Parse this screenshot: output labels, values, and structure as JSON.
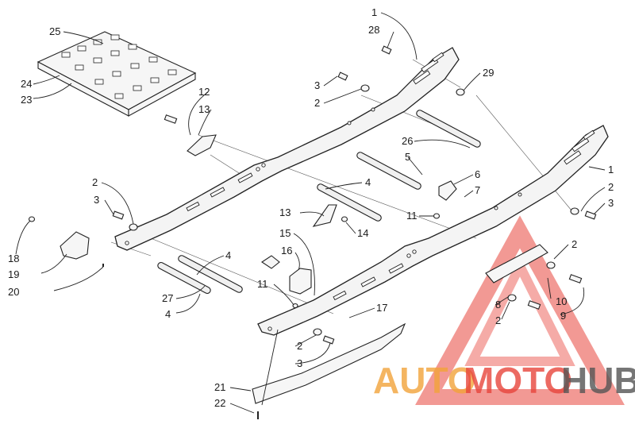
{
  "callouts": {
    "c1a": "1",
    "c28": "28",
    "c25": "25",
    "c24": "24",
    "c23": "23",
    "c12": "12",
    "c13a": "13",
    "c3a": "3",
    "c2a": "2",
    "c29": "29",
    "c26": "26",
    "c5": "5",
    "c6": "6",
    "c7": "7",
    "c4a": "4",
    "c1b": "1",
    "c2b": "2",
    "c3b": "3",
    "c2c": "2",
    "c3c": "3",
    "c11a": "11",
    "c13b": "13",
    "c14": "14",
    "c15": "15",
    "c16": "16",
    "c4b": "4",
    "c18": "18",
    "c19": "19",
    "c20": "20",
    "c11b": "11",
    "c27": "27",
    "c4c": "4",
    "c17": "17",
    "c2d": "2",
    "c8": "8",
    "c10": "10",
    "c2e": "2",
    "c9": "9",
    "c2f": "2",
    "c3d": "3",
    "c21": "21",
    "c22": "22"
  },
  "watermark": {
    "part1": "AUTO",
    "part2": "MOTO",
    "part3": "HUB",
    "color_primary": "#e8453c",
    "color_secondary": "#f2a33a",
    "color_tertiary": "#555555"
  }
}
